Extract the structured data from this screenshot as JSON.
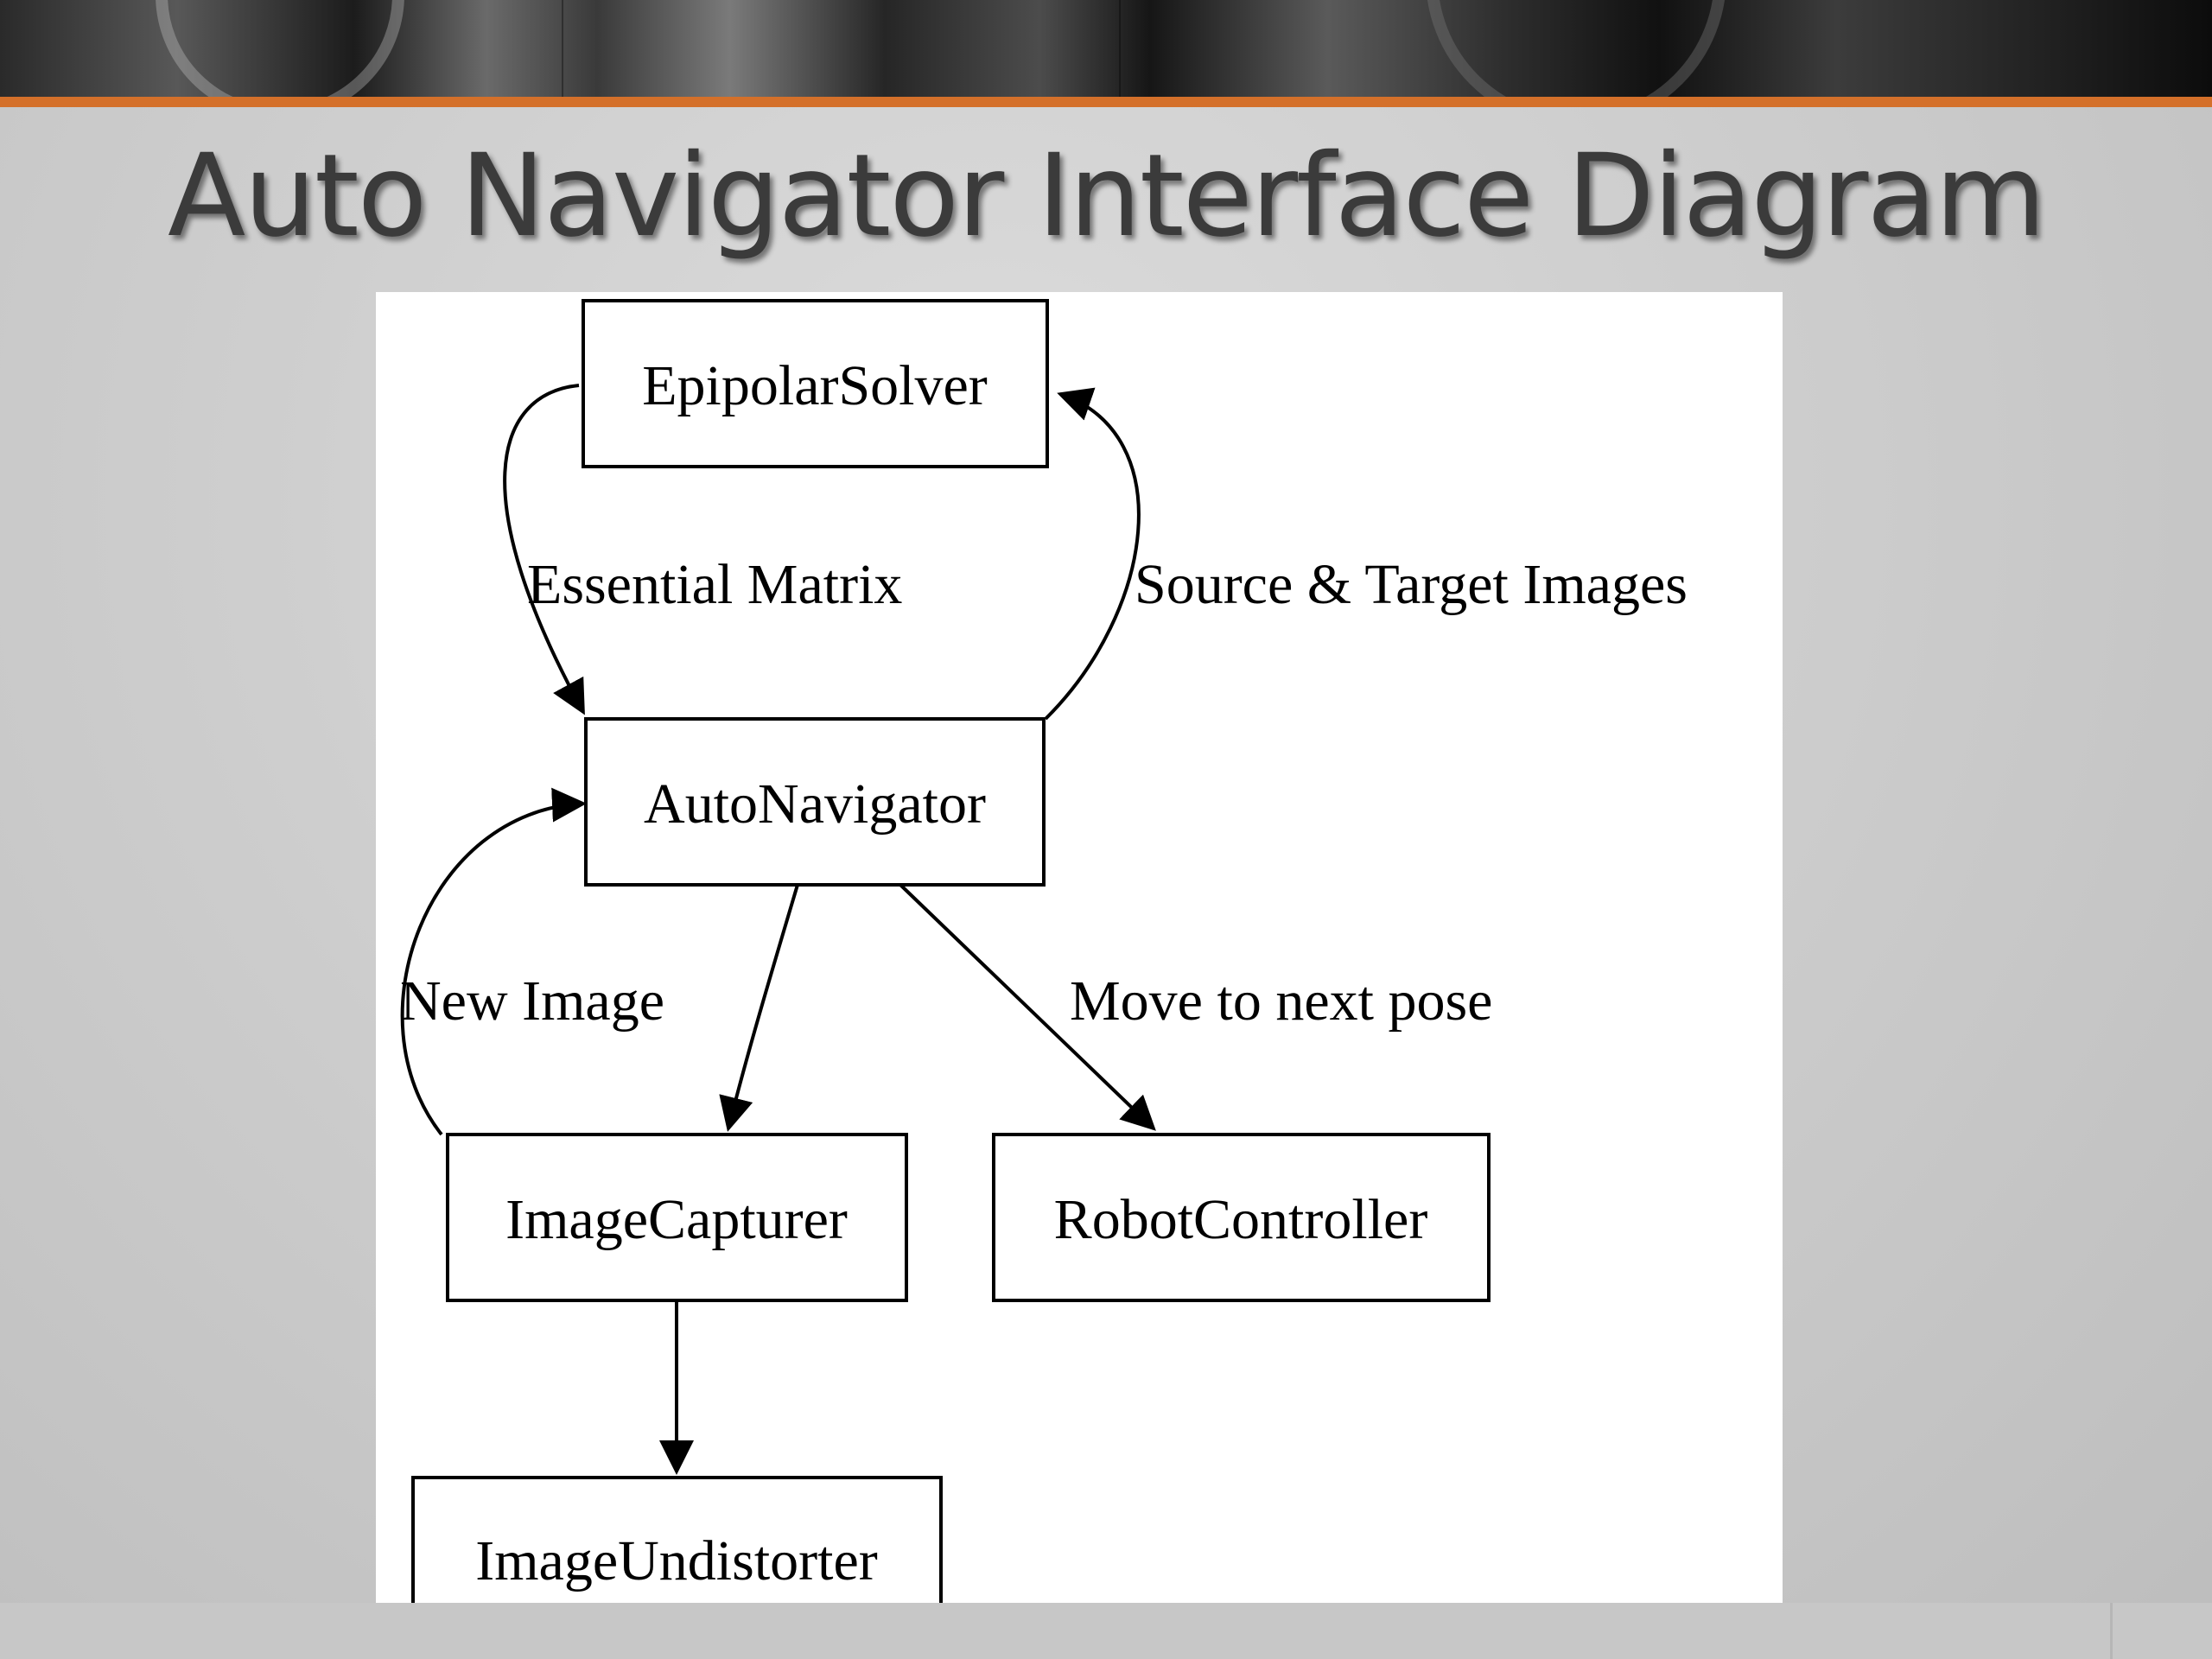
{
  "slide": {
    "title": "Auto Navigator Interface Diagram",
    "accent_color": "#d4702a"
  },
  "diagram": {
    "nodes": {
      "epipolar_solver": "EpipolarSolver",
      "auto_navigator": "AutoNavigator",
      "image_capturer": "ImageCapturer",
      "robot_controller": "RobotController",
      "image_undistorter": "ImageUndistorter"
    },
    "edges": {
      "essential_matrix": "Essential Matrix",
      "source_target_images": "Source & Target Images",
      "new_image": "New Image",
      "move_to_next_pose": "Move to next pose"
    }
  }
}
